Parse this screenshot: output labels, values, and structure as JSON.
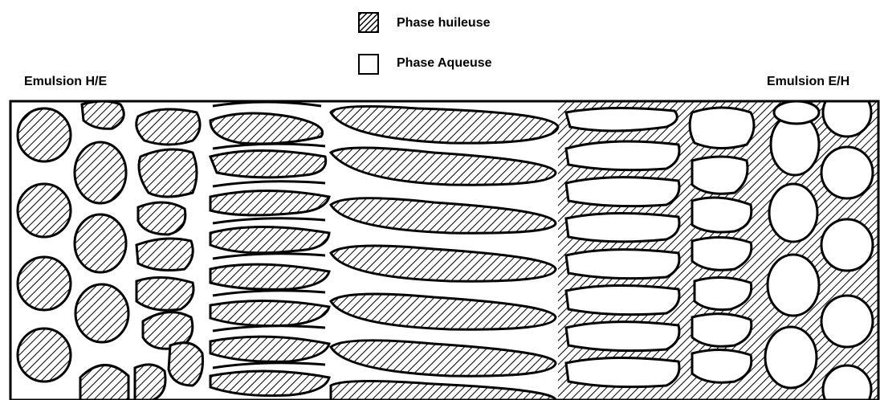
{
  "legend": {
    "oil_label": "Phase huileuse",
    "water_label": "Phase Aqueuse"
  },
  "labels": {
    "left": "Emulsion H/E",
    "right": "Emulsion E/H"
  },
  "colors": {
    "ink": "#000000",
    "background": "#ffffff"
  }
}
